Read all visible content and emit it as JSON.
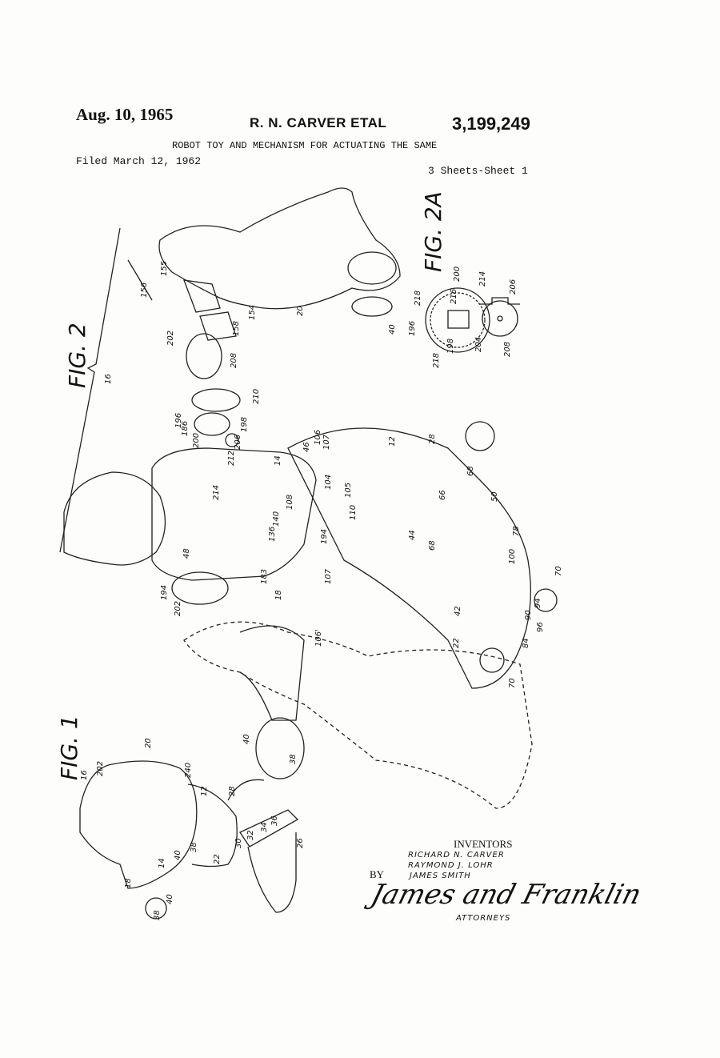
{
  "header": {
    "date": "Aug. 10, 1965",
    "inventor_short": "R. N. CARVER ETAL",
    "patent_number": "3,199,249",
    "title": "ROBOT TOY AND MECHANISM FOR ACTUATING THE SAME",
    "filed": "Filed March 12, 1962",
    "sheets": "3 Sheets-Sheet 1"
  },
  "figures": {
    "fig1": "FIG. 1",
    "fig2": "FIG. 2",
    "fig2a": "FIG. 2A"
  },
  "numerals": [
    "200",
    "216",
    "214",
    "206",
    "218",
    "196",
    "198",
    "204",
    "208",
    "218",
    "156",
    "155",
    "154",
    "158",
    "20",
    "40",
    "202",
    "208",
    "210",
    "198",
    "206",
    "196",
    "200",
    "186",
    "212",
    "14",
    "16",
    "106",
    "107",
    "46",
    "104",
    "105",
    "110",
    "12",
    "28",
    "68",
    "66",
    "50",
    "78",
    "100",
    "70",
    "94",
    "90",
    "96",
    "84",
    "70",
    "42",
    "22",
    "44",
    "68",
    "194",
    "140",
    "108",
    "136",
    "214",
    "48",
    "183",
    "107",
    "194",
    "202",
    "18",
    "106'",
    "16",
    "202",
    "20",
    "240",
    "28",
    "12",
    "36",
    "34",
    "32",
    "30",
    "26",
    "22",
    "38",
    "40",
    "14",
    "18",
    "40",
    "38",
    "40",
    "38"
  ],
  "signature": {
    "inventors_heading": "INVENTORS",
    "inventors": [
      "RICHARD N. CARVER",
      "RAYMOND J. LOHR",
      "JAMES SMITH"
    ],
    "by": "BY",
    "signature_text": "James and Franklin",
    "attorneys": "ATTORNEYS"
  }
}
